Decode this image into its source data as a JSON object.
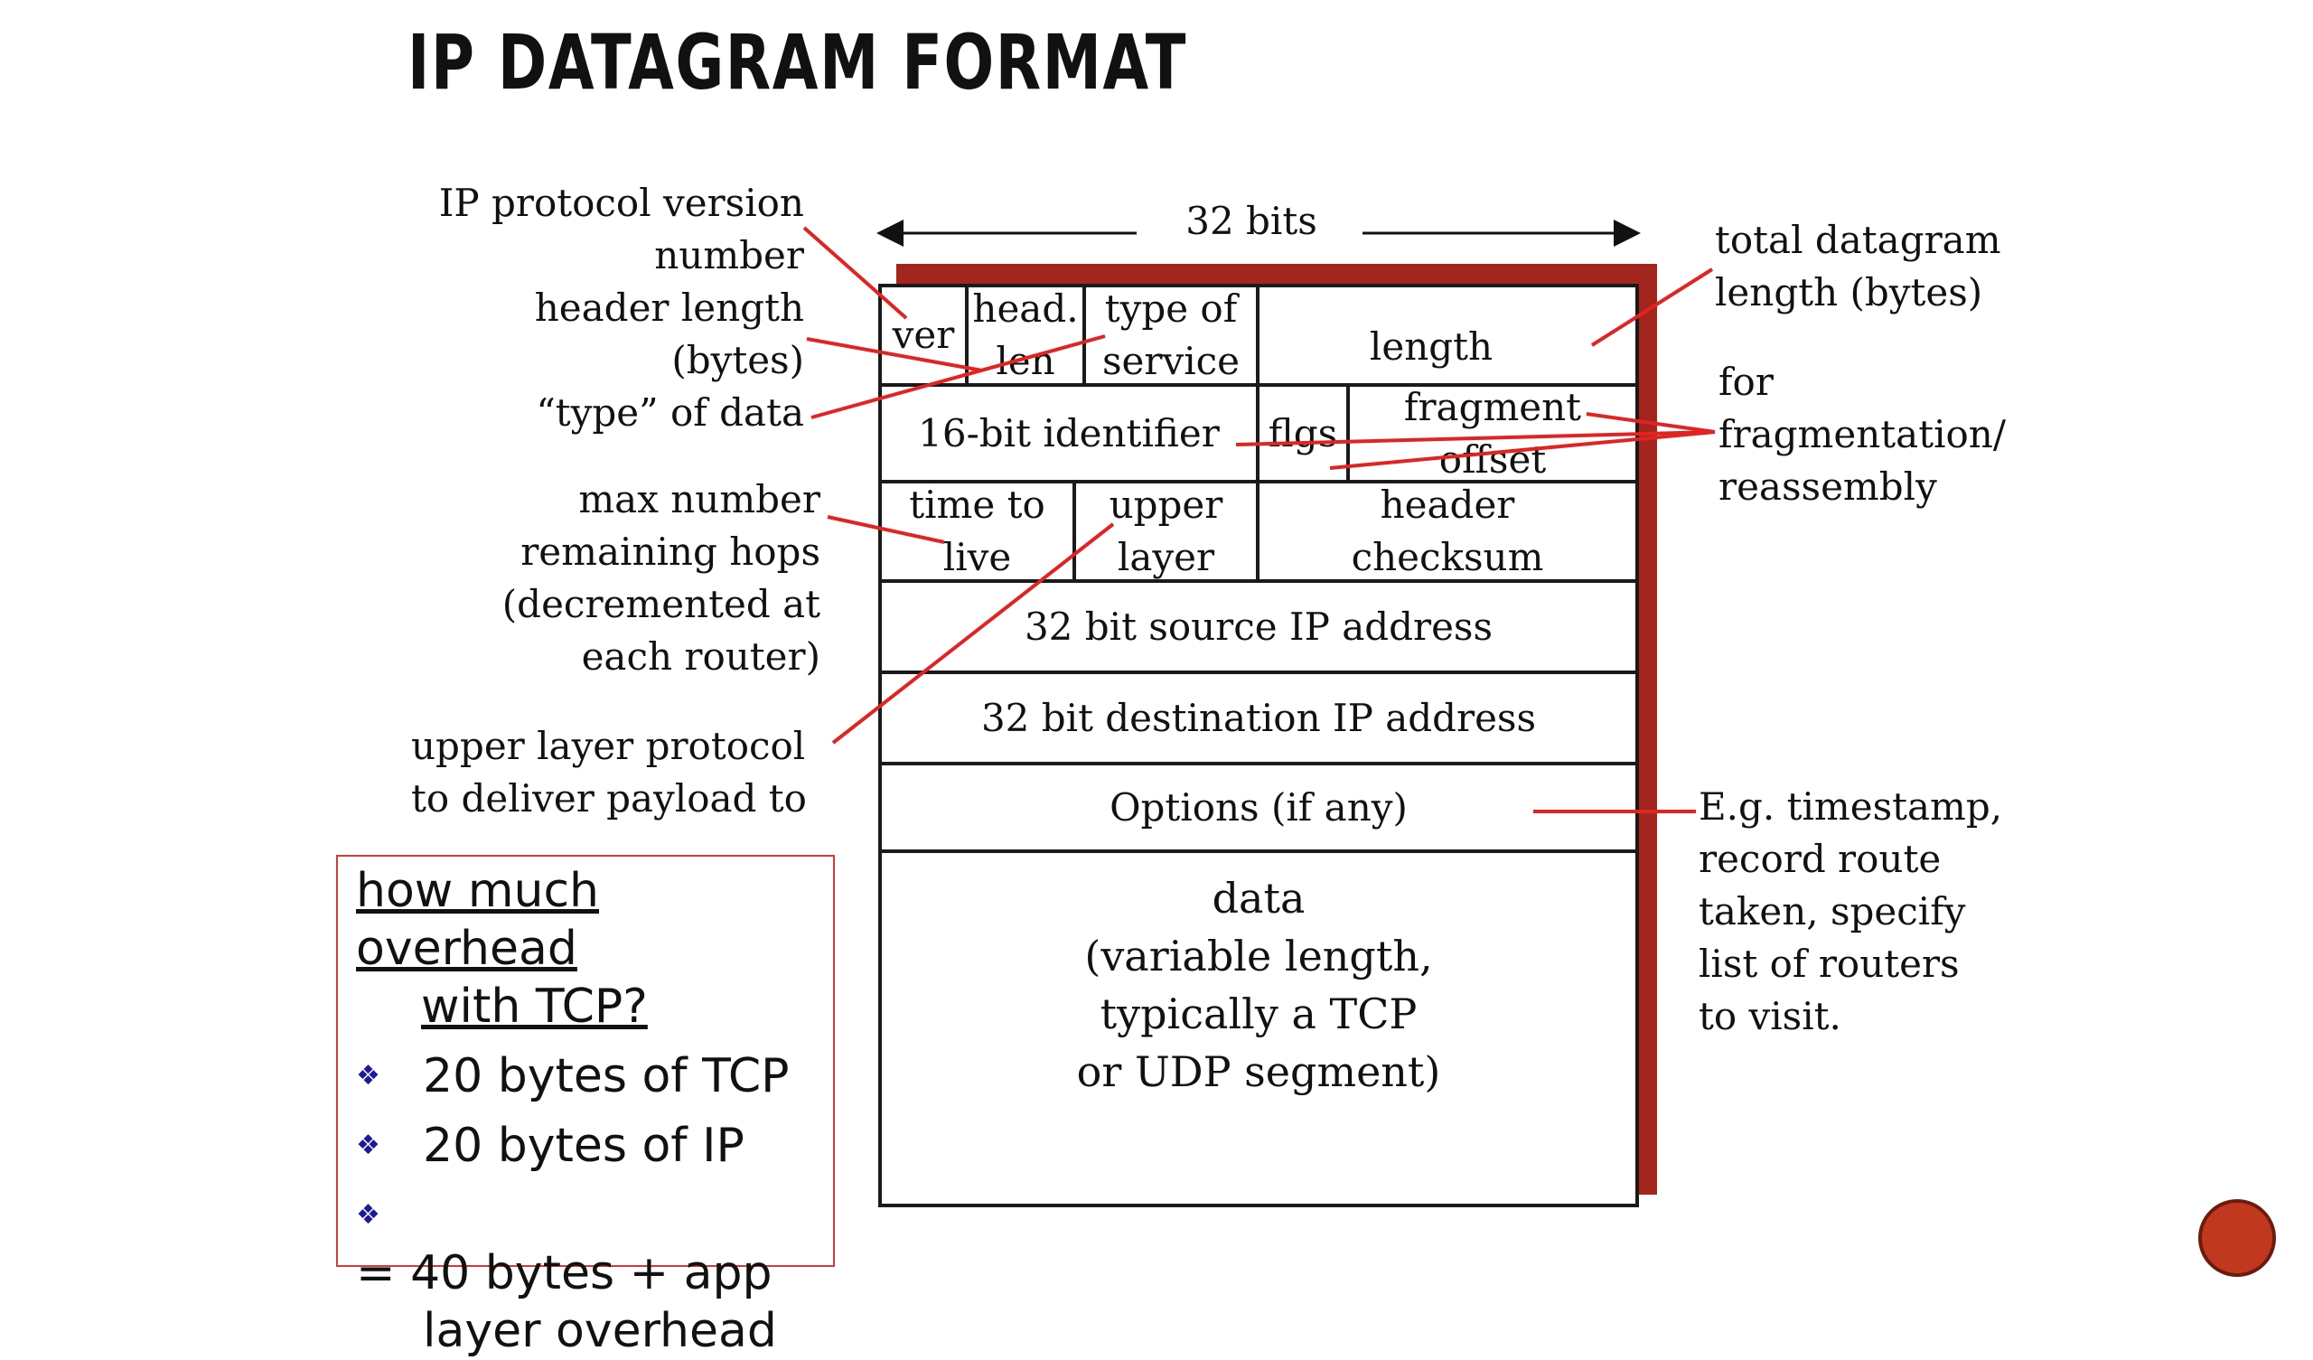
{
  "title": "IP DATAGRAM FORMAT",
  "width_label": "32 bits",
  "fields": {
    "ver": "ver",
    "head_len": [
      "head.",
      "len"
    ],
    "tos": [
      "type of",
      "service"
    ],
    "length": "length",
    "identifier": "16-bit identifier",
    "flags": "flgs",
    "frag_offset": [
      "fragment",
      "offset"
    ],
    "ttl": [
      "time to",
      "live"
    ],
    "upper_layer": [
      "upper",
      "layer"
    ],
    "checksum": [
      "header",
      "checksum"
    ],
    "src": "32 bit source IP address",
    "dst": "32 bit destination IP address",
    "options": "Options (if any)",
    "data": [
      "data",
      "(variable length,",
      "typically a TCP",
      "or UDP segment)"
    ]
  },
  "annotations": {
    "version": [
      "IP protocol version",
      "number"
    ],
    "header_length": [
      "header length",
      "(bytes)"
    ],
    "type_of_data": [
      "“type” of data"
    ],
    "max_hops": [
      "max number",
      "remaining hops",
      "(decremented at",
      "each router)"
    ],
    "upper_protocol": [
      "upper layer protocol",
      "to deliver payload to"
    ],
    "total_length": [
      "total datagram",
      "length (bytes)"
    ],
    "fragmentation": [
      "for",
      "fragmentation/",
      "reassembly"
    ],
    "options_example": [
      "E.g. timestamp,",
      "record route",
      "taken, specify",
      "list of routers",
      "to visit."
    ]
  },
  "overhead": {
    "title": [
      "how much overhead",
      "with TCP?"
    ],
    "items": [
      "20 bytes of TCP",
      "20 bytes of IP",
      "= 40 bytes + app",
      "layer overhead"
    ]
  },
  "colors": {
    "accent": "#a3261c",
    "pointer": "#e32222",
    "box": "#d23b3b",
    "bullet": "#1a1a9a"
  }
}
